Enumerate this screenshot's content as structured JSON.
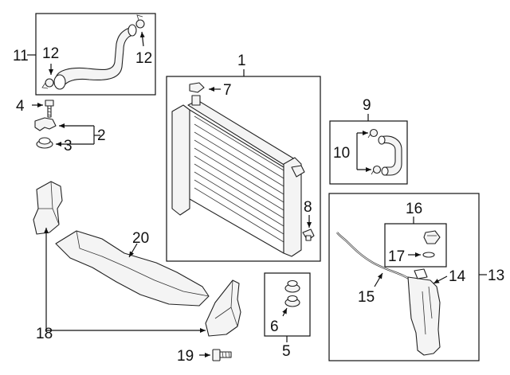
{
  "callouts": {
    "c1": "1",
    "c2": "2",
    "c3": "3",
    "c4": "4",
    "c5": "5",
    "c6": "6",
    "c7": "7",
    "c8": "8",
    "c9": "9",
    "c10": "10",
    "c11": "11",
    "c12a": "12",
    "c12b": "12",
    "c13": "13",
    "c14": "14",
    "c15": "15",
    "c16": "16",
    "c17": "17",
    "c18": "18",
    "c19": "19",
    "c20": "20"
  },
  "icons": {
    "radiator": "radiator-core-icon",
    "hose": "coolant-hose-icon",
    "clamp": "hose-clamp-icon",
    "reservoir": "coolant-reservoir-icon",
    "bolt": "bolt-icon",
    "grommet": "rubber-mount-icon",
    "air_guide": "air-guide-icon"
  },
  "colors": {
    "line": "#111111",
    "part_fill": "#f4f4f4",
    "background": "#ffffff"
  }
}
